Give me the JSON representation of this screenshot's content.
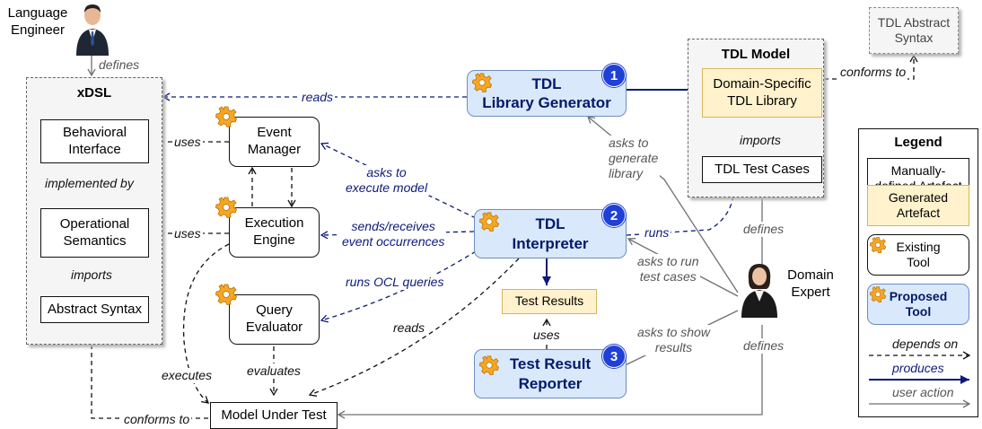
{
  "actors": {
    "language_engineer": "Language\nEngineer",
    "domain_expert": "Domain\nExpert"
  },
  "xdsl": {
    "title": "xDSL",
    "behavioral_interface": "Behavioral\nInterface",
    "operational_semantics": "Operational\nSemantics",
    "abstract_syntax": "Abstract Syntax",
    "implemented_by": "implemented by",
    "imports": "imports"
  },
  "tools": {
    "event_manager": "Event\nManager",
    "execution_engine": "Execution\nEngine",
    "query_evaluator": "Query\nEvaluator"
  },
  "proposed": {
    "library_generator": "TDL\nLibrary Generator",
    "interpreter": "TDL\nInterpreter",
    "reporter": "Test Result\nReporter",
    "num1": "1",
    "num2": "2",
    "num3": "3"
  },
  "tdl_model": {
    "title": "TDL Model",
    "library": "Domain-Specific\nTDL Library",
    "imports": "imports",
    "test_cases": "TDL Test Cases"
  },
  "tdl_abstract_syntax": "TDL Abstract\nSyntax",
  "test_results": "Test Results",
  "model_under_test": "Model Under Test",
  "edge_labels": {
    "defines_top": "defines",
    "reads_top": "reads",
    "uses1": "uses",
    "uses2": "uses",
    "asks_execute": "asks to\nexecute model",
    "sends_receives": "sends/receives\nevent occurrences",
    "runs_ocl": "runs OCL queries",
    "runs": "runs",
    "reads_mut": "reads",
    "uses_results": "uses",
    "executes": "executes",
    "evaluates": "evaluates",
    "conforms_to_mut": "conforms to",
    "conforms_to_tdl": "conforms to",
    "asks_generate": "asks to\ngenerate\nlibrary",
    "asks_run": "asks to run\ntest cases",
    "asks_show": "asks to show\nresults",
    "defines_cases": "defines",
    "defines_mut": "defines"
  },
  "legend": {
    "title": "Legend",
    "manual": "Manually-\ndefined Artefact",
    "generated": "Generated\nArtefact",
    "existing": "Existing\nTool",
    "proposed": "Proposed\nTool",
    "depends_on": "depends on",
    "produces": "produces",
    "user_action": "user action"
  },
  "colors": {
    "navy": "#0d1a7a",
    "gray_arrow": "#707070",
    "proposed_fill": "#dae8fc",
    "generated_fill": "#fff2cc",
    "badge": "#1f3fd6"
  }
}
